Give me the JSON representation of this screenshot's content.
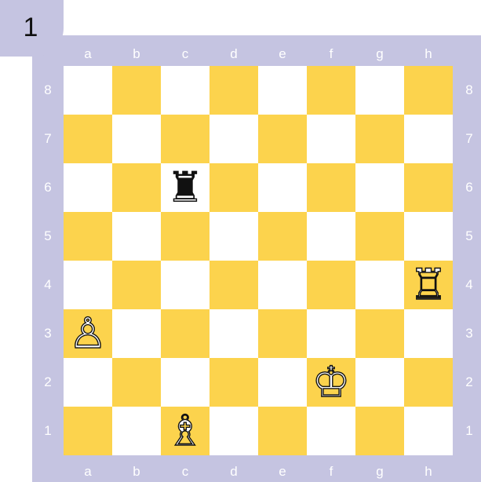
{
  "puzzle_number": "1",
  "colors": {
    "light_square": "#ffffff",
    "dark_square": "#fcd34d",
    "frame": "#c5c4e1"
  },
  "files": [
    "a",
    "b",
    "c",
    "d",
    "e",
    "f",
    "g",
    "h"
  ],
  "ranks": [
    "8",
    "7",
    "6",
    "5",
    "4",
    "3",
    "2",
    "1"
  ],
  "pieces": [
    {
      "square": "c6",
      "color": "black",
      "type": "rook",
      "glyph": "♜"
    },
    {
      "square": "h4",
      "color": "white",
      "type": "rook",
      "glyph": "♖"
    },
    {
      "square": "a3",
      "color": "white",
      "type": "pawn",
      "glyph": "♙"
    },
    {
      "square": "f2",
      "color": "white",
      "type": "king",
      "glyph": "♔"
    },
    {
      "square": "c1",
      "color": "white",
      "type": "bishop",
      "glyph": "♗"
    }
  ]
}
